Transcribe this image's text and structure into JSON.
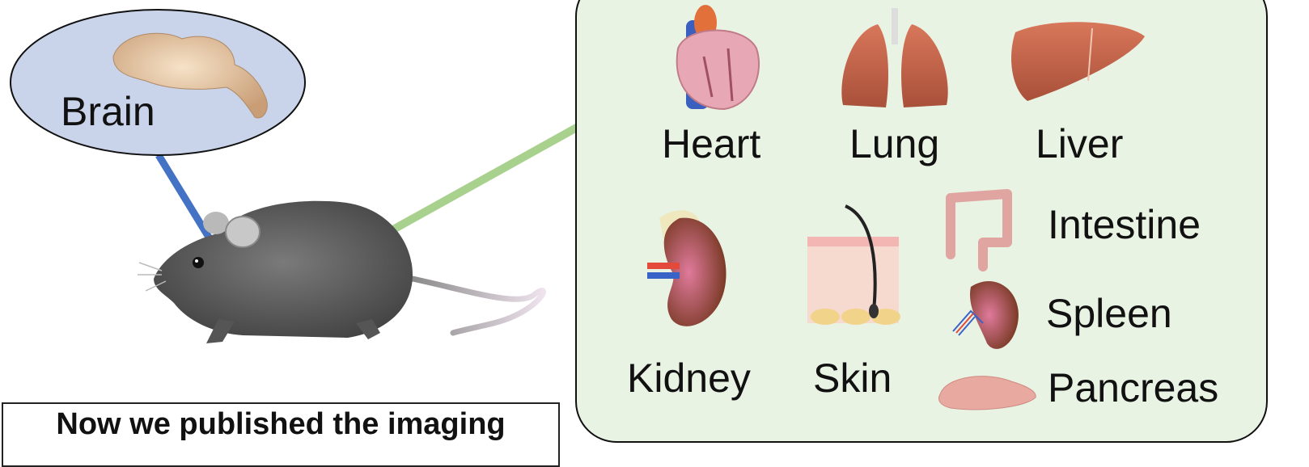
{
  "brain": {
    "label": "Brain"
  },
  "organs": {
    "heart": "Heart",
    "lung": "Lung",
    "liver": "Liver",
    "kidney": "Kidney",
    "skin": "Skin",
    "intestine": "Intestine",
    "spleen": "Spleen",
    "pancreas": "Pancreas"
  },
  "caption": {
    "text": "Now we published the imaging"
  },
  "colors": {
    "brain_bubble_fill": "#c9d3ea",
    "organ_panel_fill": "#e9f3e3",
    "brain_connector": "#4472c4",
    "organ_connector": "#a9d18e",
    "mouse_body": "#5a5a5a"
  }
}
